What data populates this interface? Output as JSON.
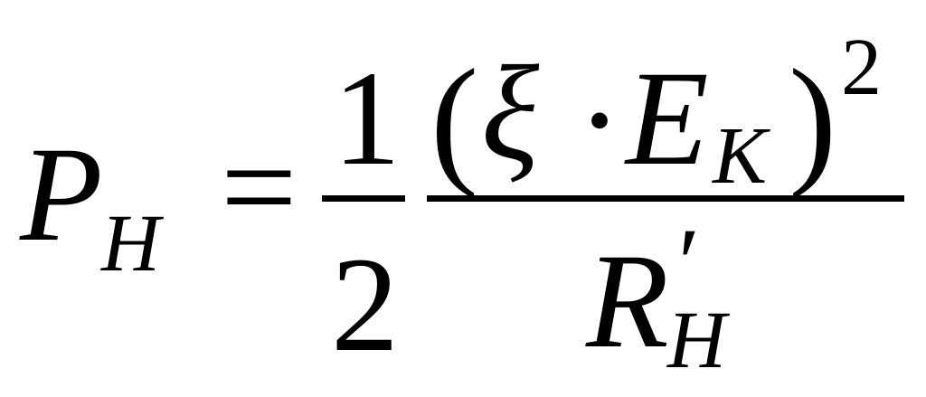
{
  "formula": {
    "lhs_symbol": "P",
    "lhs_subscript": "H",
    "equals": "=",
    "frac1_numerator": "1",
    "frac1_denominator": "2",
    "open_paren": "(",
    "xi": "ξ",
    "dot": "·",
    "e_symbol": "E",
    "e_subscript": "K",
    "close_paren": ")",
    "exponent": "2",
    "r_symbol": "R",
    "r_prime": "′",
    "r_subscript": "H"
  }
}
